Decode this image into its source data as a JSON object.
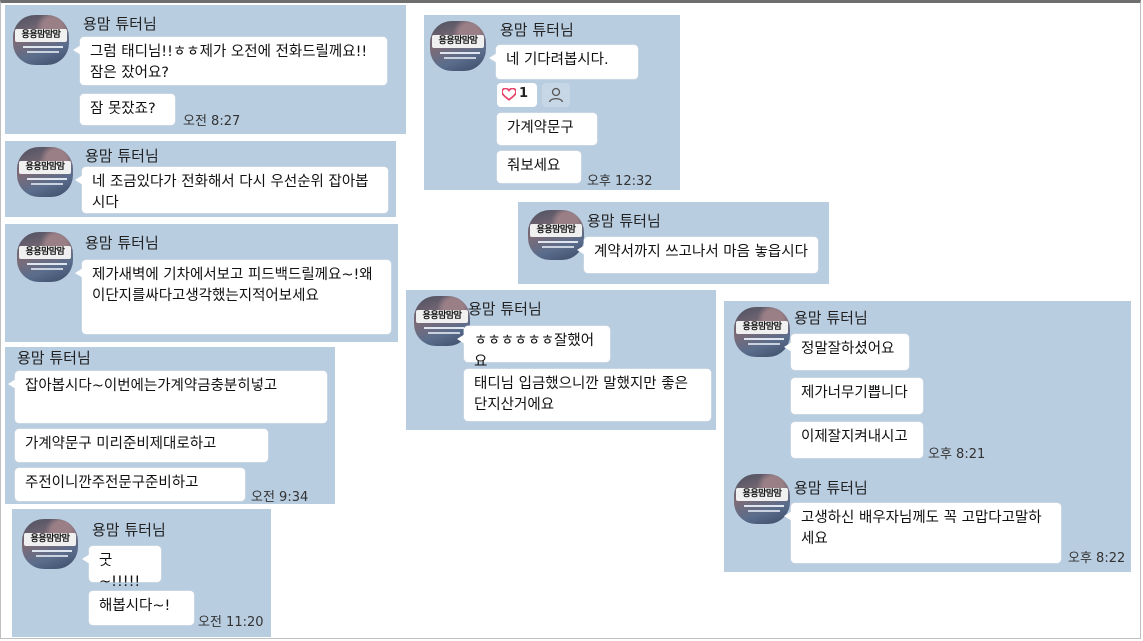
{
  "sender": "용맘 튜터님",
  "avatar_label": "용용맘맘맘",
  "cards": [
    {
      "id": "c1",
      "messages": [
        "그럼 태디님!!ㅎㅎ제가 오전에 전화드릴께요!!잠은 잤어요?",
        "잠 못잤죠?"
      ],
      "time": "오전 8:27"
    },
    {
      "id": "c2",
      "messages": [
        "네 조금있다가 전화해서 다시 우선순위 잡아봅시다"
      ]
    },
    {
      "id": "c3",
      "messages": [
        "제가새벽에 기차에서보고 피드백드릴께요~!왜이단지를싸다고생각했는지적어보세요"
      ]
    },
    {
      "id": "c4",
      "messages": [
        "잡아봅시다~이번에는가계약금충분히넣고",
        "가계약문구 미리준비제대로하고",
        "주전이니깐주전문구준비하고"
      ],
      "time": "오전 9:34"
    },
    {
      "id": "c5",
      "messages": [
        "굿~!!!!!",
        "해봅시다~!"
      ],
      "time": "오전 11:20"
    },
    {
      "id": "c6",
      "messages": [
        "네 기다려봅시다.",
        "가계약문구",
        "줘보세요"
      ],
      "reaction_count": "1",
      "time": "오후 12:32"
    },
    {
      "id": "c7",
      "messages": [
        "계약서까지 쓰고나서 마음 놓읍시다"
      ]
    },
    {
      "id": "c8",
      "messages": [
        "ㅎㅎㅎㅎㅎㅎ잘했어요",
        "태디님 입금했으니깐 말했지만 좋은단지산거에요"
      ]
    },
    {
      "id": "c9",
      "messages": [
        "정말잘하셨어요",
        "제가너무기쁩니다",
        "이제잘지켜내시고"
      ],
      "time": "오후 8:21"
    },
    {
      "id": "c10",
      "messages": [
        "고생하신 배우자님께도 꼭 고맙다고말하세요"
      ],
      "time": "오후 8:22"
    }
  ],
  "colors": {
    "card_bg": "#b9cde1",
    "bubble_bg": "#ffffff",
    "heart": "#e8436a"
  },
  "icons": {
    "heart": "heart-icon",
    "person": "person-icon"
  }
}
